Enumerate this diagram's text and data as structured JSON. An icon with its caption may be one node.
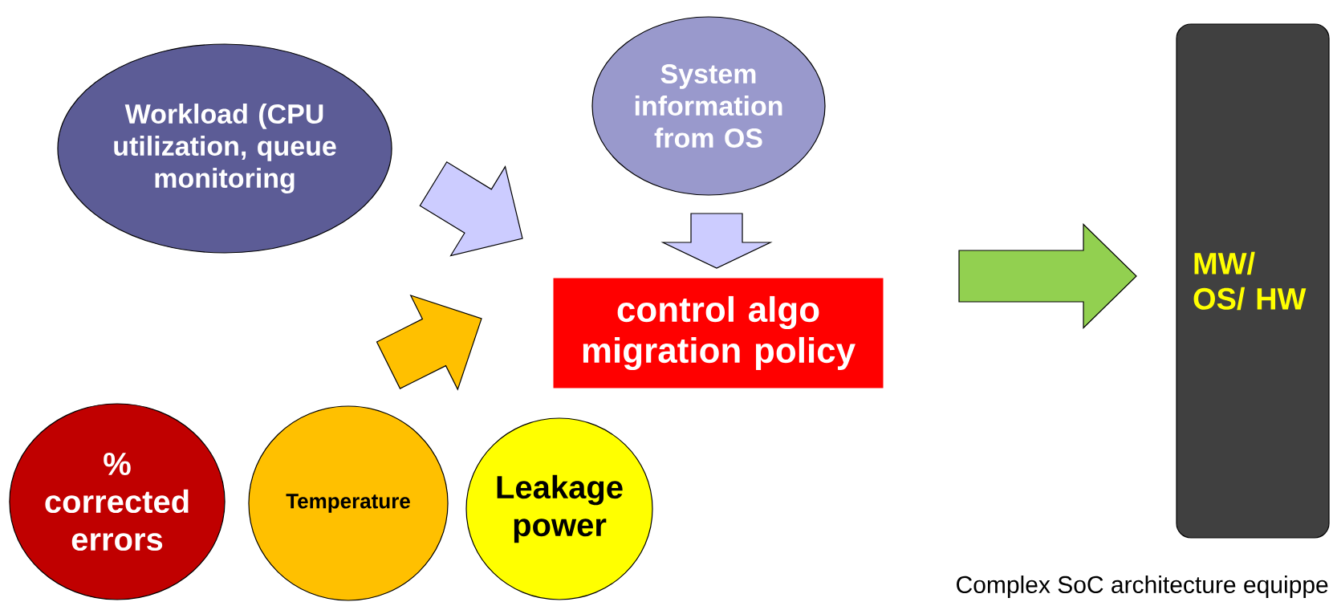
{
  "diagram": {
    "nodes": [
      {
        "text": [
          "Workload (CPU utilization, queue monitoring"
        ]
      },
      {
        "text": [
          "System information from OS"
        ]
      },
      {
        "text": [
          "% corrected errors"
        ]
      },
      {
        "text": [
          "Temperature"
        ]
      },
      {
        "text": [
          "Leakage power"
        ]
      },
      {
        "text": [
          "control algo migration policy"
        ]
      },
      {
        "text": [
          "MW/ OS/ HW"
        ]
      }
    ],
    "edges": [
      {
        "from": 0,
        "to": 5,
        "arrow": "to",
        "color": "#ccccff"
      },
      {
        "from": 1,
        "to": 5,
        "arrow": "to",
        "color": "#ccccff"
      },
      {
        "from": 3,
        "to": 5,
        "arrow": "to",
        "color": "#ffc000"
      },
      {
        "from": 5,
        "to": 6,
        "arrow": "to",
        "color": "#92d050"
      }
    ],
    "labels": [
      "Complex SoC architecture equippe"
    ]
  }
}
